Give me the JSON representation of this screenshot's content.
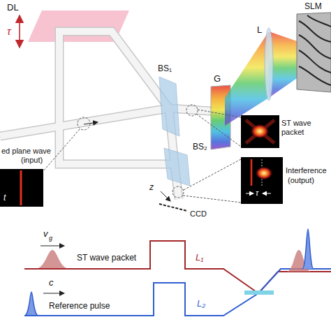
{
  "diagram": {
    "labels": [
      "DL",
      "τ",
      "BS₁",
      "G",
      "L",
      "SLM",
      "ST wave packet",
      "ed plane wave",
      "(input)",
      "t",
      "BS₂",
      "z",
      "CCD",
      "Interference",
      "(output)",
      "τ",
      "v",
      "g",
      "ST wave packet",
      "L₁",
      "c",
      "Reference pulse",
      "L₂"
    ]
  }
}
